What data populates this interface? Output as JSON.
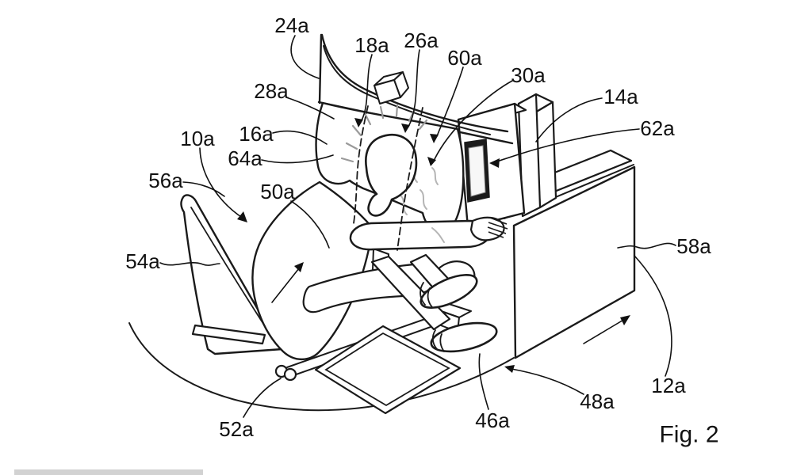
{
  "figure": {
    "caption": "Fig. 2",
    "reference_labels": [
      {
        "id": "24a",
        "text": "24a"
      },
      {
        "id": "18a",
        "text": "18a"
      },
      {
        "id": "26a",
        "text": "26a"
      },
      {
        "id": "60a",
        "text": "60a"
      },
      {
        "id": "30a",
        "text": "30a"
      },
      {
        "id": "14a",
        "text": "14a"
      },
      {
        "id": "62a",
        "text": "62a"
      },
      {
        "id": "28a",
        "text": "28a"
      },
      {
        "id": "16a",
        "text": "16a"
      },
      {
        "id": "64a",
        "text": "64a"
      },
      {
        "id": "10a",
        "text": "10a"
      },
      {
        "id": "56a",
        "text": "56a"
      },
      {
        "id": "50a",
        "text": "50a"
      },
      {
        "id": "54a",
        "text": "54a"
      },
      {
        "id": "58a",
        "text": "58a"
      },
      {
        "id": "12a",
        "text": "12a"
      },
      {
        "id": "48a",
        "text": "48a"
      },
      {
        "id": "46a",
        "text": "46a"
      },
      {
        "id": "52a",
        "text": "52a"
      }
    ]
  },
  "colors": {
    "line": "#1a1a1a",
    "background": "#ffffff",
    "shading_gray": "#b5b5b5",
    "screen_frame": "#1b1b1b",
    "bottom_bar": "#d2d2d2"
  }
}
